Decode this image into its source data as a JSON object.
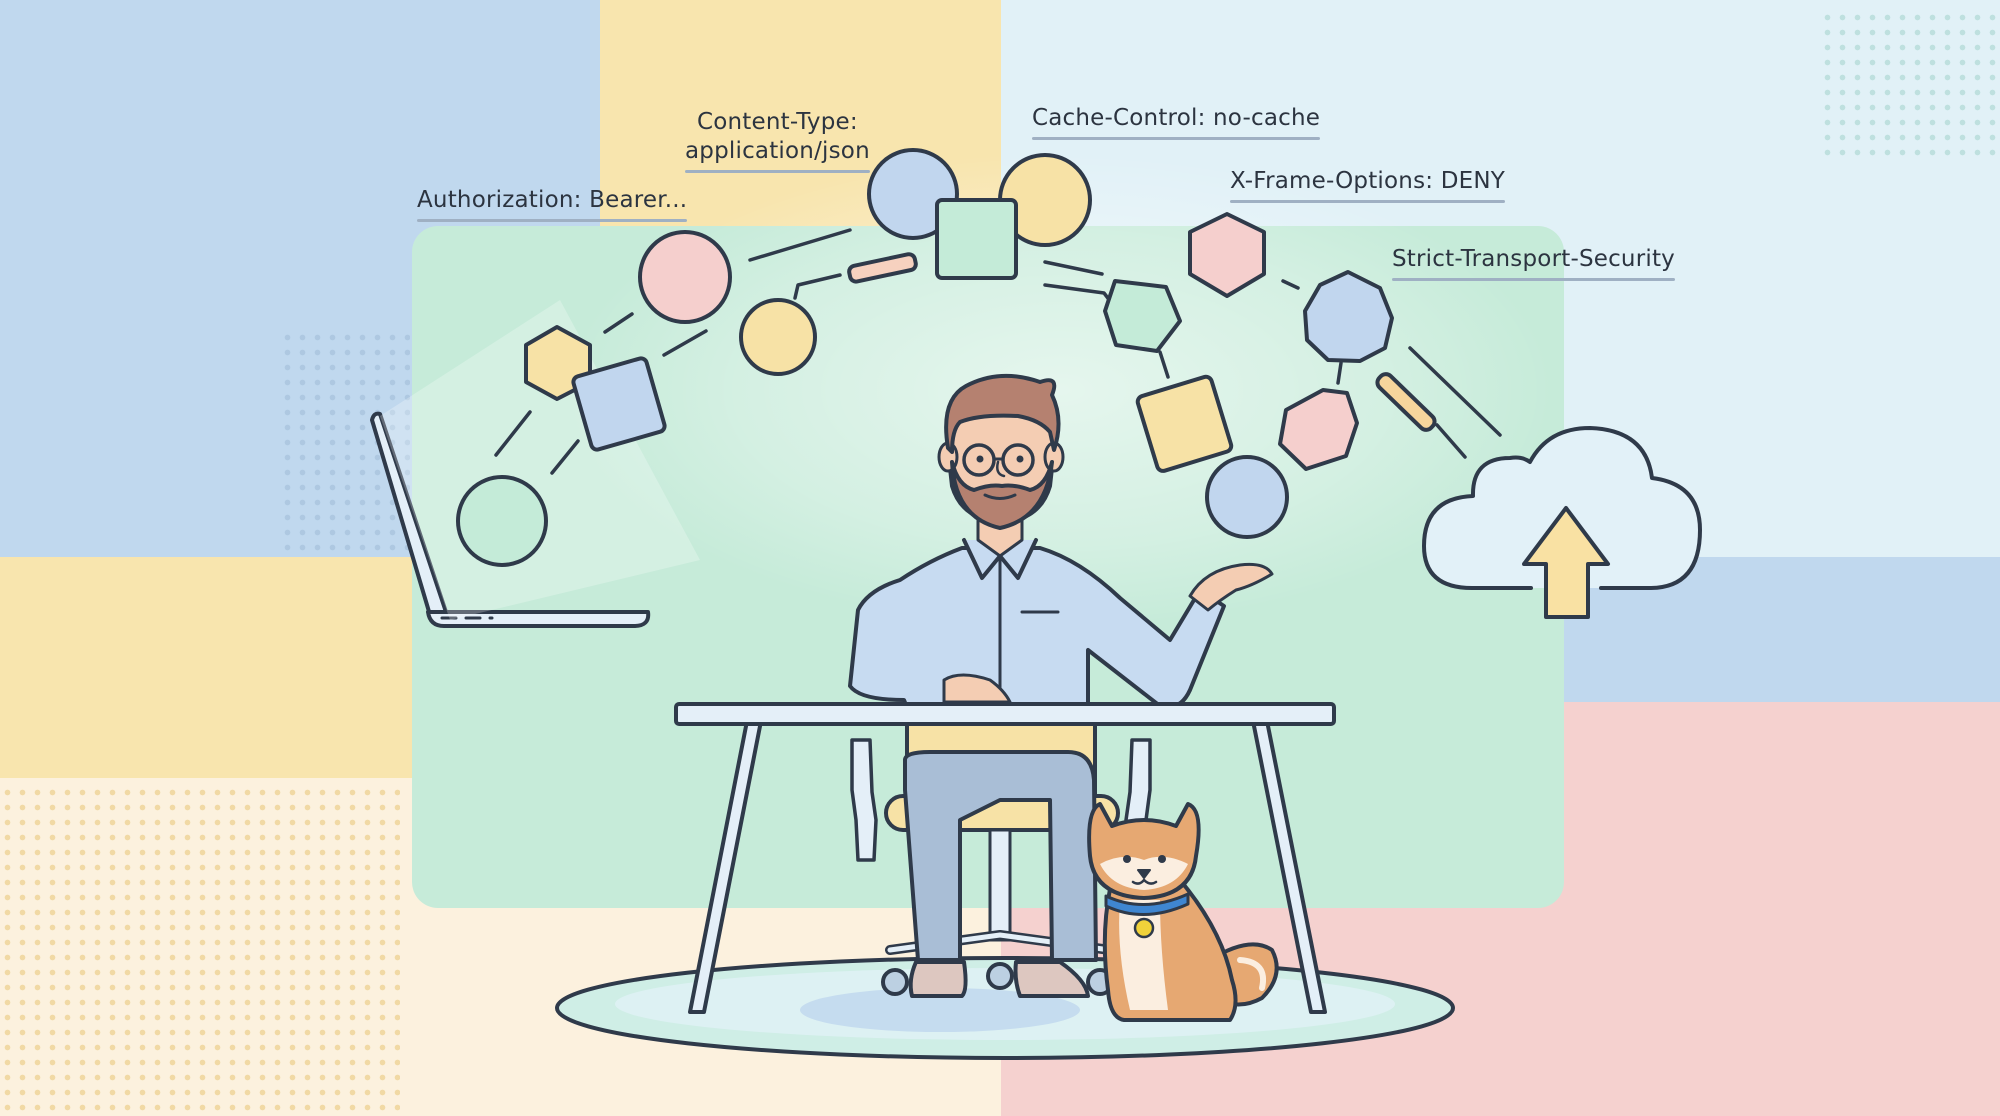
{
  "illustration": {
    "theme": "HTTP headers flowing from laptop to cloud upload",
    "header_labels": [
      {
        "line1": "Authorization: Bearer...",
        "line2": ""
      },
      {
        "line1": "Content-Type:",
        "line2": "application/json"
      },
      {
        "line1": "Cache-Control: no-cache",
        "line2": ""
      },
      {
        "line1": "X-Frame-Options: DENY",
        "line2": ""
      },
      {
        "line1": "Strict-Transport-Security",
        "line2": ""
      }
    ],
    "scene_elements": [
      "laptop",
      "developer-man",
      "desk",
      "office-chair",
      "shiba-dog",
      "round-rug",
      "upload-cloud"
    ],
    "colors": {
      "outline": "#2f3a4a",
      "blue": "#bfd6ed",
      "yellow": "#f7e2a6",
      "pink": "#f5cfcd",
      "green": "#c4ebd8",
      "light_blue": "#e2f2f7",
      "cream": "#fcf2df",
      "dog_orange": "#e6a872",
      "collar_blue": "#3f86d1"
    }
  }
}
